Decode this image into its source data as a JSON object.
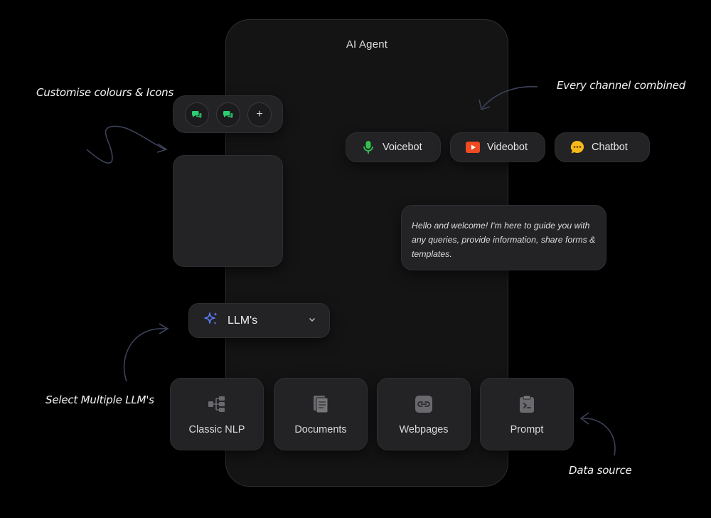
{
  "phone": {
    "title": "AI Agent"
  },
  "annotations": {
    "customise": "Customise colours & Icons",
    "channels": "Every channel combined",
    "llms": "Select Multiple LLM's",
    "data_source": "Data source"
  },
  "swatches": [
    {
      "icon": "chat-bubbles-icon",
      "color": "#2ecc71"
    },
    {
      "icon": "chat-bubbles-icon",
      "color": "#2ecc71"
    },
    {
      "icon": "plus-icon",
      "label": "+"
    }
  ],
  "channels": [
    {
      "label": "Voicebot",
      "icon": "microphone-icon",
      "color": "#31c24f"
    },
    {
      "label": "Videobot",
      "icon": "video-play-icon",
      "color": "#f04a23"
    },
    {
      "label": "Chatbot",
      "icon": "chat-dots-icon",
      "color": "#f6b91a"
    }
  ],
  "message": {
    "text": "Hello and welcome! I'm here to guide you with any queries, provide information, share forms & templates."
  },
  "llm_select": {
    "label": "LLM's",
    "icon": "sparkles-icon",
    "accent": "#5b7cfa"
  },
  "sources": [
    {
      "label": "Classic NLP",
      "icon": "flow-network-icon"
    },
    {
      "label": "Documents",
      "icon": "document-icon"
    },
    {
      "label": "Webpages",
      "icon": "link-icon"
    },
    {
      "label": "Prompt",
      "icon": "clipboard-icon"
    }
  ]
}
